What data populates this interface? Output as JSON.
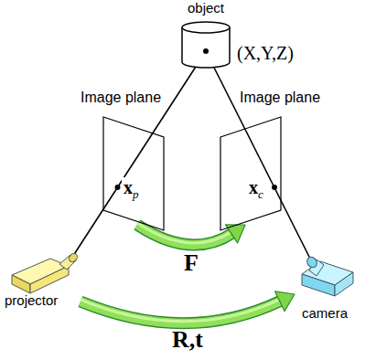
{
  "diagram": {
    "nodes": [
      {
        "text": [
          "object",
          "(X,Y,Z)"
        ]
      },
      {
        "text": [
          "Image plane",
          "xp"
        ]
      },
      {
        "text": [
          "Image plane",
          "xc"
        ]
      },
      {
        "text": [
          "projector"
        ]
      },
      {
        "text": [
          "camera"
        ]
      }
    ],
    "edges": [
      {
        "from": 1,
        "to": 2,
        "label": "F",
        "arrow": "to"
      },
      {
        "from": 3,
        "to": 4,
        "label": "R,t",
        "arrow": "to"
      },
      {
        "from": 0,
        "to": 3,
        "arrow": "none"
      },
      {
        "from": 0,
        "to": 4,
        "arrow": "none"
      }
    ]
  }
}
